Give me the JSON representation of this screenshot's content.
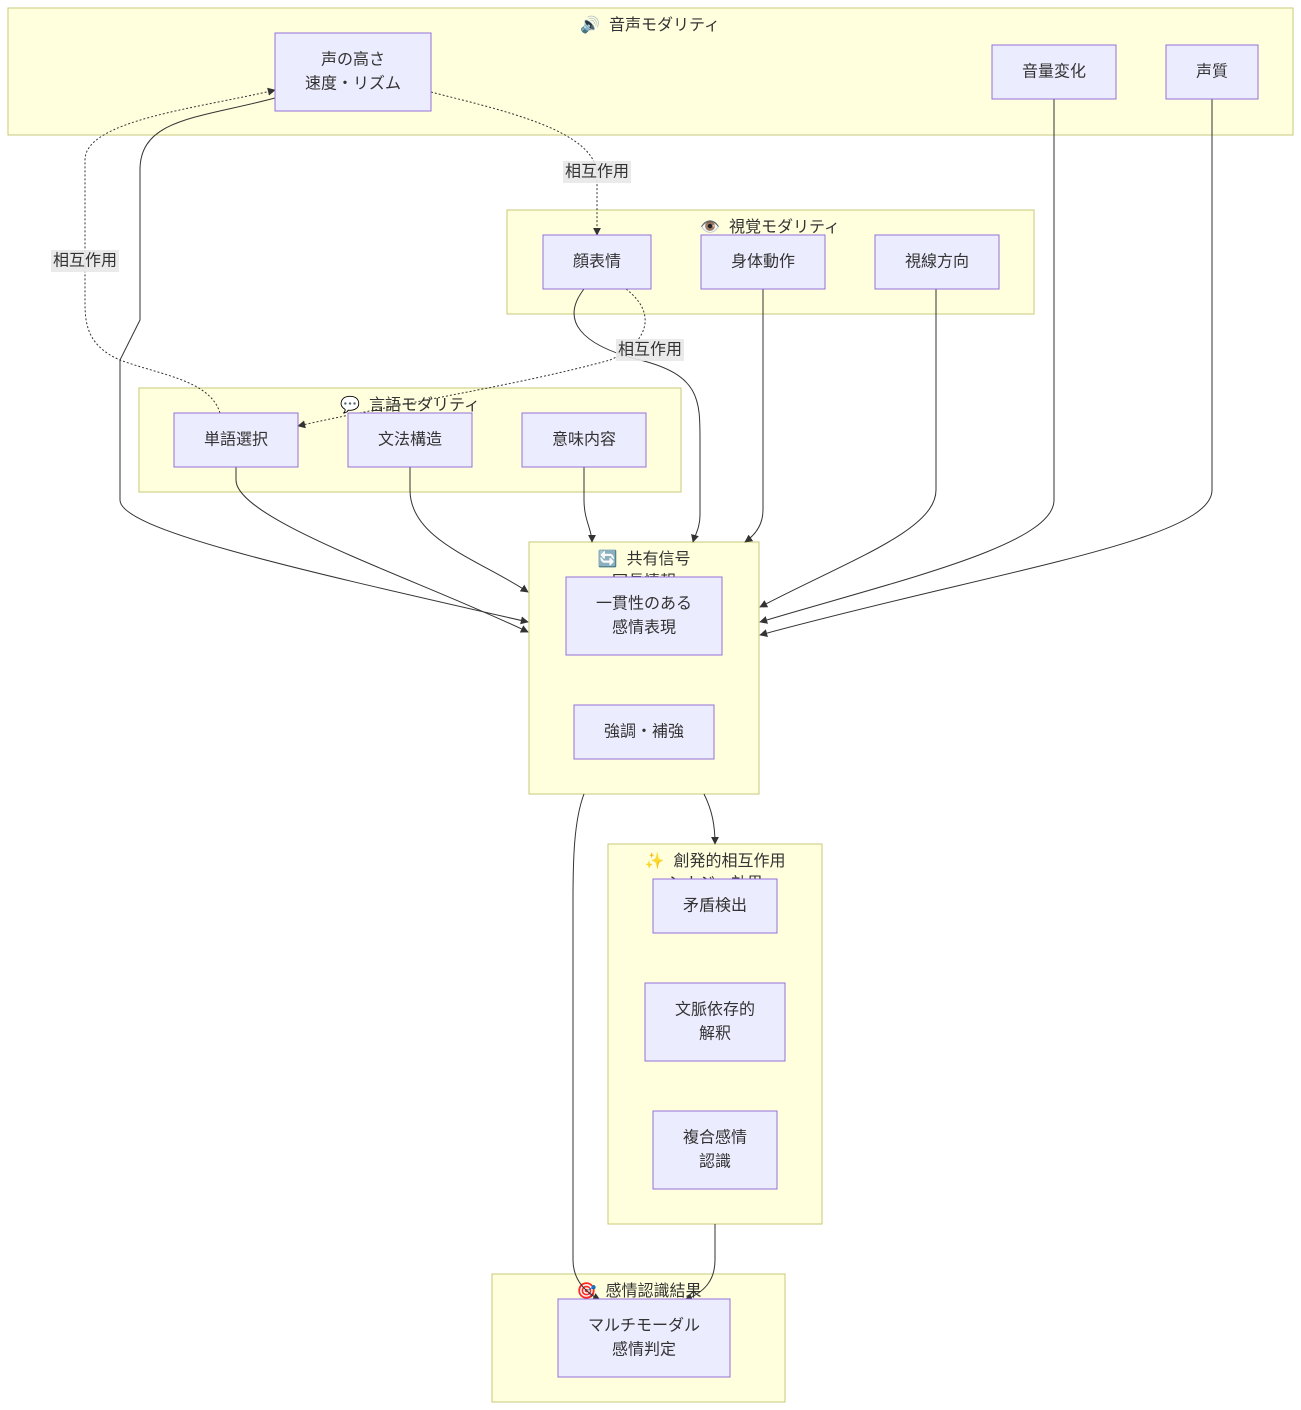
{
  "groups": {
    "voice": {
      "icon": "🔊",
      "title": "音声モダリティ"
    },
    "visual": {
      "icon": "👁️",
      "title": "視覚モダリティ"
    },
    "language": {
      "icon": "💬",
      "title": "言語モダリティ"
    },
    "shared": {
      "icon": "🔄",
      "title": "共有信号",
      "subtitle": "冗長情報"
    },
    "emergent": {
      "icon": "✨",
      "title": "創発的相互作用",
      "subtitle": "シナジー効果"
    },
    "result": {
      "icon": "🎯",
      "title": "感情認識結果"
    }
  },
  "nodes": {
    "pitch": [
      "声の高さ",
      "速度・リズム"
    ],
    "volume": [
      "音量変化"
    ],
    "quality": [
      "声質"
    ],
    "face": [
      "顔表情"
    ],
    "body": [
      "身体動作"
    ],
    "gaze": [
      "視線方向"
    ],
    "word": [
      "単語選択"
    ],
    "grammar": [
      "文法構造"
    ],
    "meaning": [
      "意味内容"
    ],
    "consistent": [
      "一貫性のある",
      "感情表現"
    ],
    "emphasis": [
      "強調・補強"
    ],
    "contradiction": [
      "矛盾検出"
    ],
    "context": [
      "文脈依存的",
      "解釈"
    ],
    "complex": [
      "複合感情",
      "認識"
    ],
    "multimodal": [
      "マルチモーダル",
      "感情判定"
    ]
  },
  "edge_labels": {
    "interaction": "相互作用"
  },
  "colors": {
    "group_fill": "#ffffde",
    "group_stroke": "#c8c87a",
    "node_fill": "#ececff",
    "node_stroke": "#9370db",
    "edge": "#333333"
  }
}
